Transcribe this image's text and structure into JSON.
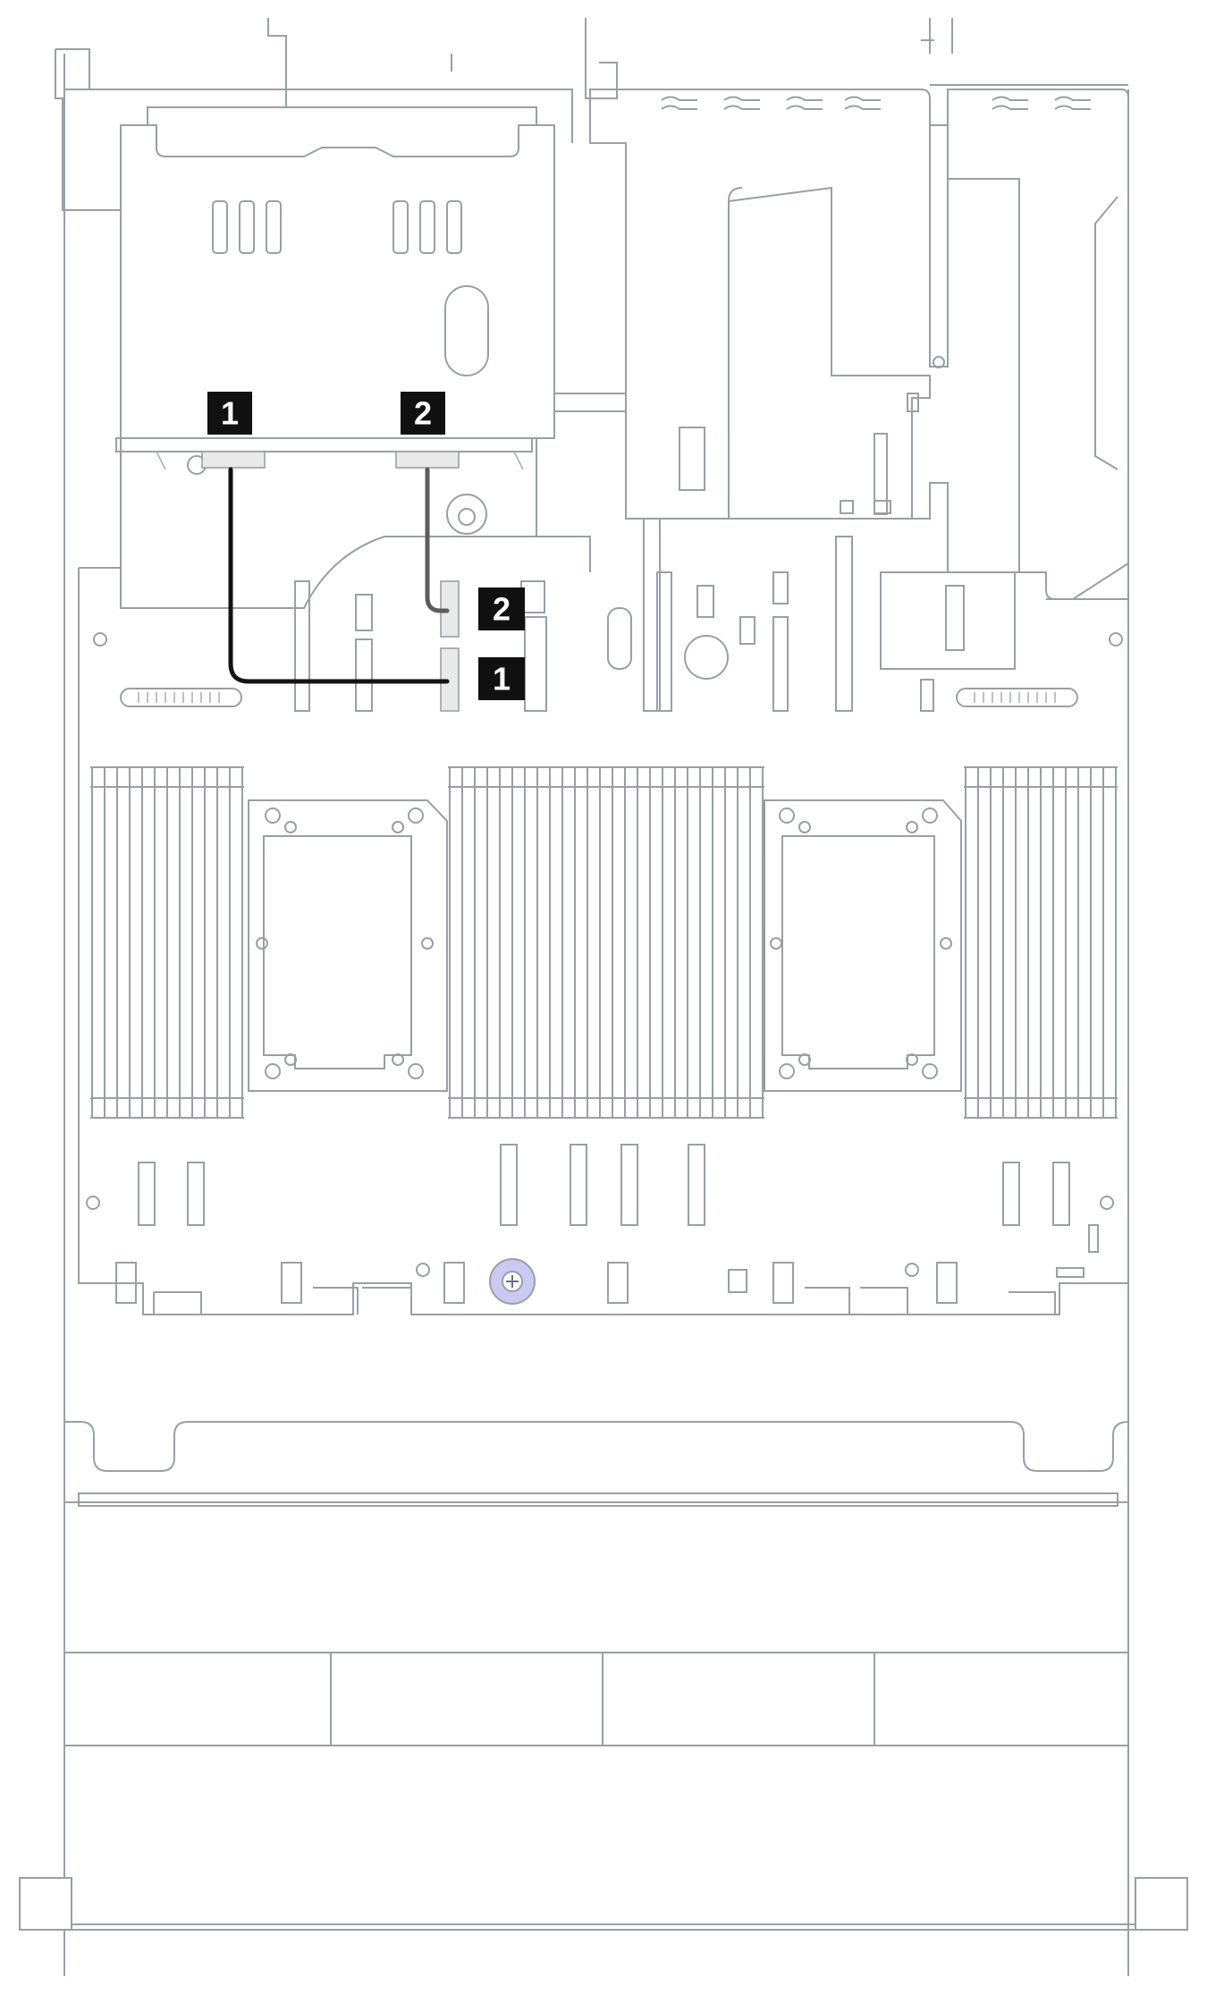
{
  "callouts": {
    "riser_connector_1": "1",
    "riser_connector_2": "2",
    "board_connector_2": "2",
    "board_connector_1": "1"
  },
  "cables": [
    {
      "id": "cable-1",
      "color": "#141414"
    },
    {
      "id": "cable-2",
      "color": "#5c5c5c"
    }
  ],
  "colors": {
    "outline": "#9a9ea6",
    "callout_fill": "#111111",
    "callout_text": "#ffffff",
    "screw_accent": "#c9c9f2"
  }
}
